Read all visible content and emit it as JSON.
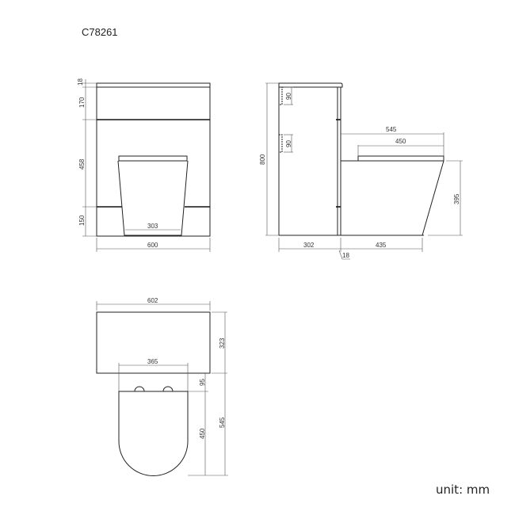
{
  "title": "C78261",
  "unit_label": "unit: mm",
  "front_view": {
    "top_slab": "18",
    "upper_panel": "170",
    "middle_panel": "458",
    "lower_panel": "150",
    "pan_base_width": "303",
    "total_width": "600"
  },
  "side_view": {
    "total_height": "800",
    "upper_cutout": "90",
    "lower_cutout": "90",
    "overall_pan_length": "545",
    "seat_length": "450",
    "pan_height": "395",
    "cabinet_depth": "302",
    "panel_thickness": "18",
    "pan_base_length": "435"
  },
  "plan_view": {
    "cabinet_width": "602",
    "cabinet_depth": "323",
    "pan_width": "365",
    "hinge_offset": "95",
    "seat_length": "450",
    "overall_projection": "545"
  }
}
